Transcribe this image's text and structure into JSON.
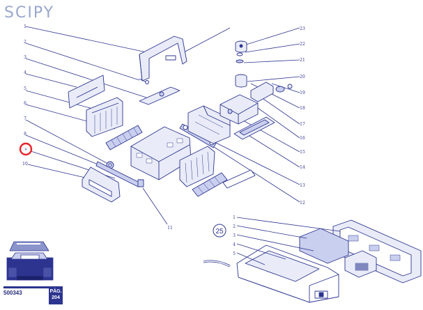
{
  "header": {
    "title": "SCIPY"
  },
  "footer": {
    "code": "500343",
    "page_label": "PÁG.",
    "page_number": "204"
  },
  "colors": {
    "line": "#2c3490",
    "fill_light": "#e9ecf8",
    "fill_mid": "#c9cfee",
    "title": "#9aa7cf",
    "highlight": "#e8232a"
  },
  "group_badge": "25",
  "callouts": [
    "1",
    "2",
    "3",
    "4",
    "5",
    "6",
    "7",
    "8",
    "9",
    "10",
    "11",
    "12",
    "13",
    "14",
    "15",
    "16",
    "17",
    "18",
    "19",
    "20",
    "21",
    "22",
    "23"
  ],
  "sub_callouts": [
    "1",
    "2",
    "3",
    "4",
    "5"
  ],
  "highlighted_callout": "9"
}
